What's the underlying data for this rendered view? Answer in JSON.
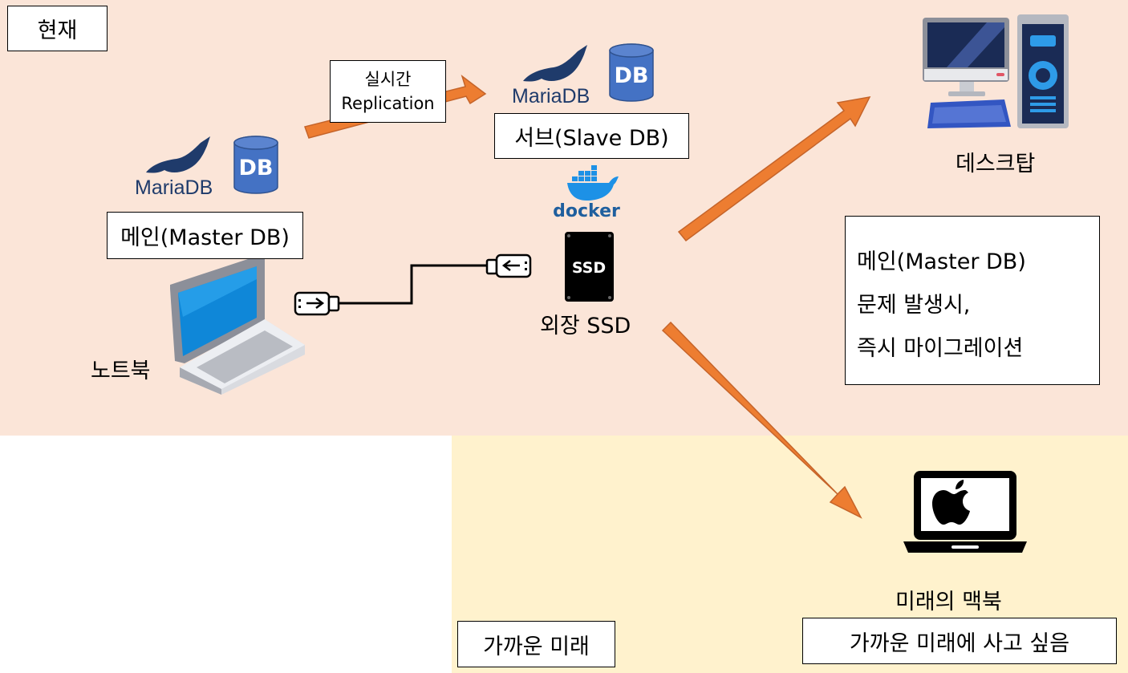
{
  "present_label": "현재",
  "near_future_label": "가까운 미래",
  "replication_label": [
    "실시간",
    "Replication"
  ],
  "master_db": {
    "logo_text": "MariaDB",
    "db_badge": "DB",
    "label": "메인(Master DB)"
  },
  "slave_db": {
    "logo_text": "MariaDB",
    "db_badge": "DB",
    "label": "서브(Slave DB)"
  },
  "docker_text": "docker",
  "ssd": {
    "badge": "SSD",
    "label": "외장 SSD"
  },
  "laptop_label": "노트북",
  "desktop_label": "데스크탑",
  "migration_note": [
    "메인(Master DB)",
    "문제 발생시,",
    "즉시 마이그레이션"
  ],
  "macbook_label": "미래의 맥북",
  "macbook_note": "가까운 미래에 사고 싶음",
  "colors": {
    "present_bg": "#fbe5d8",
    "future_bg": "#fff2cd",
    "arrow": "#ed7d31",
    "db_blue": "#4472c4",
    "mariadb_navy": "#1f3b6b"
  }
}
